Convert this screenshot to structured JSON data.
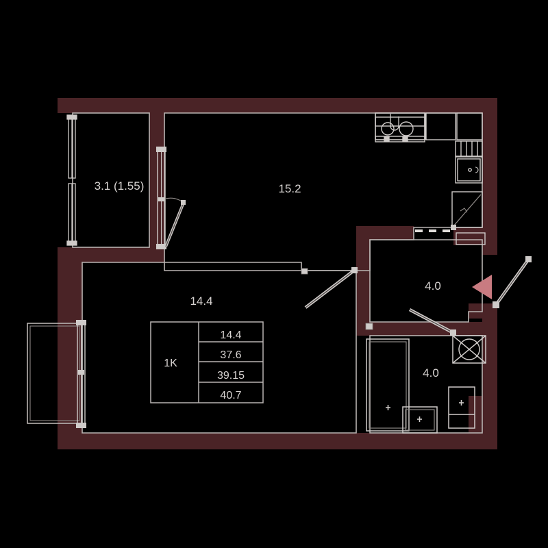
{
  "plan": {
    "type": "apartment-floor-plan",
    "background_color": "#000000",
    "wall_color": "#4a2326",
    "line_color": "#c9c5c3",
    "label_color": "#d8d4d2",
    "entrance_marker_color": "#c97b81"
  },
  "rooms": [
    {
      "id": "balcony",
      "name": "balcony",
      "area_label": "3.1 (1.55)"
    },
    {
      "id": "kitchen-living",
      "name": "kitchen-living-room",
      "area_label": "15.2"
    },
    {
      "id": "bedroom",
      "name": "bedroom",
      "area_label": "14.4"
    },
    {
      "id": "hall",
      "name": "hallway",
      "area_label": "4.0"
    },
    {
      "id": "bathroom",
      "name": "bathroom",
      "area_label": "4.0"
    }
  ],
  "summary_table": {
    "type_label": "1K",
    "rows": [
      {
        "value": "14.4"
      },
      {
        "value": "37.6"
      },
      {
        "value": "39.15"
      },
      {
        "value": "40.7"
      }
    ]
  },
  "fixtures": [
    {
      "name": "kitchen-sink"
    },
    {
      "name": "cooktop-two-burner"
    },
    {
      "name": "refrigerator"
    },
    {
      "name": "wall-cabinet"
    },
    {
      "name": "bathtub"
    },
    {
      "name": "washbasin"
    },
    {
      "name": "toilet"
    },
    {
      "name": "washing-machine"
    }
  ],
  "openings": [
    {
      "name": "balcony-door"
    },
    {
      "name": "balcony-glazing"
    },
    {
      "name": "bedroom-window"
    },
    {
      "name": "bedroom-door"
    },
    {
      "name": "bathroom-door"
    },
    {
      "name": "entrance-door"
    },
    {
      "name": "kitchen-storage-door"
    },
    {
      "name": "archway-dashed"
    }
  ]
}
